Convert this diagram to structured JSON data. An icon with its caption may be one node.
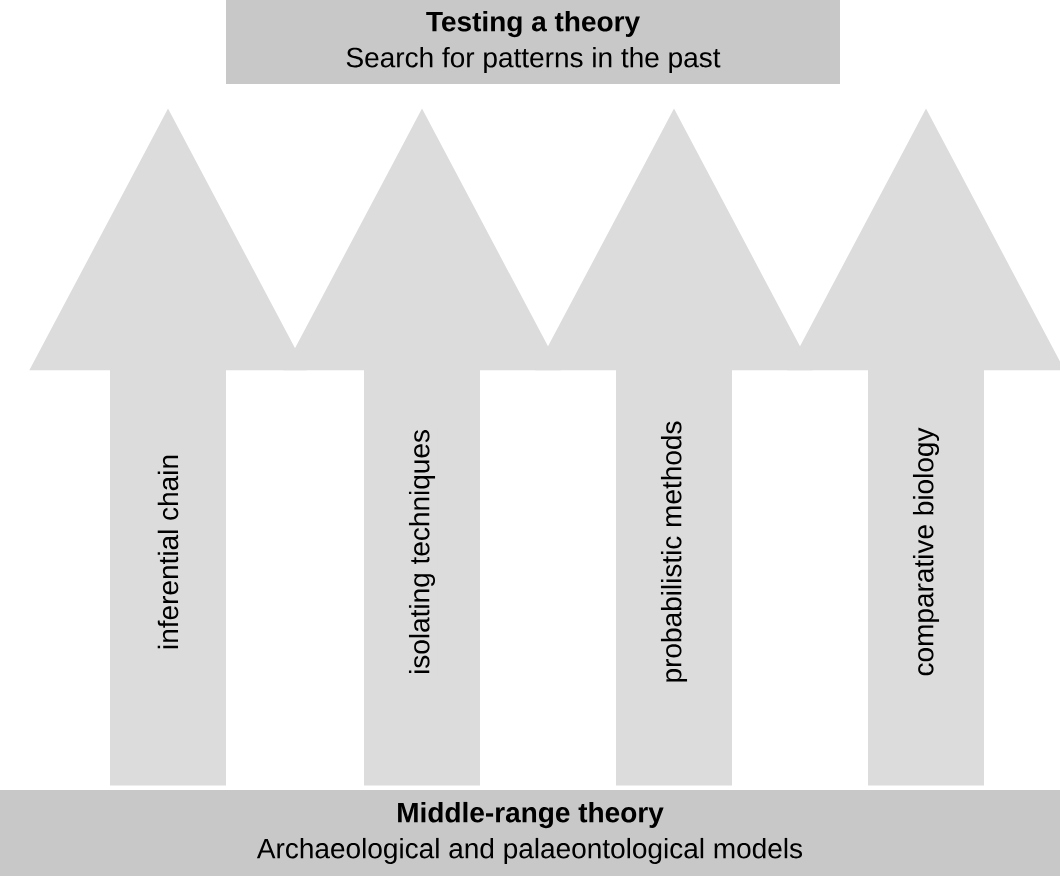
{
  "diagram": {
    "nodes": [
      {
        "text": [
          "Testing a theory",
          "Search for patterns in the past"
        ]
      },
      {
        "text": [
          "Middle-range theory",
          "Archaeological and palaeontological models"
        ]
      }
    ],
    "edges": [
      {
        "from": 1,
        "to": 0,
        "arrow": "to",
        "label": "inferential chain"
      },
      {
        "from": 1,
        "to": 0,
        "arrow": "to",
        "label": "isolating techniques"
      },
      {
        "from": 1,
        "to": 0,
        "arrow": "to",
        "label": "probabilistic methods"
      },
      {
        "from": 1,
        "to": 0,
        "arrow": "to",
        "label": "comparative biology"
      }
    ]
  }
}
